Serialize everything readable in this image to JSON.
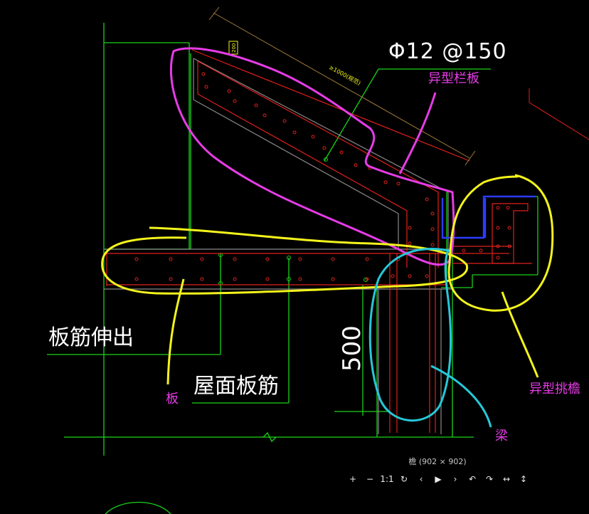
{
  "viewer": {
    "caption": "檐 (902 × 902)",
    "toolbar": [
      {
        "name": "zoom-in-button",
        "glyph": "+"
      },
      {
        "name": "zoom-out-button",
        "glyph": "−"
      },
      {
        "name": "actual-size-button",
        "glyph": "1:1"
      },
      {
        "name": "reset-button",
        "glyph": "↻"
      },
      {
        "name": "previous-button",
        "glyph": "‹"
      },
      {
        "name": "play-button",
        "glyph": "▶"
      },
      {
        "name": "next-button",
        "glyph": "›"
      },
      {
        "name": "rotate-left-button",
        "glyph": "↶"
      },
      {
        "name": "rotate-right-button",
        "glyph": "↷"
      },
      {
        "name": "flip-horizontal-button",
        "glyph": "↔"
      },
      {
        "name": "flip-vertical-button",
        "glyph": "↕"
      }
    ]
  },
  "drawing": {
    "rebar_spec": "Φ12 @150",
    "dimension_500": "500",
    "dim_tag_small": "200",
    "dim_text_slope": "≥1000(规范)",
    "label_slab_extension": "板筋伸出",
    "label_roof_rebar": "屋面板筋",
    "annotation_parapet": "异型栏板",
    "annotation_eave": "异型挑檐",
    "annotation_slab": "板",
    "annotation_beam": "梁"
  },
  "colors": {
    "background": "#000000",
    "green": "#19d219",
    "red": "#e0201c",
    "gray": "#8a8a8a",
    "yellow": "#f4f41c",
    "magenta": "#e63ce6",
    "cyan": "#26c8d8",
    "white": "#ffffff",
    "blue": "#2b3cff"
  }
}
